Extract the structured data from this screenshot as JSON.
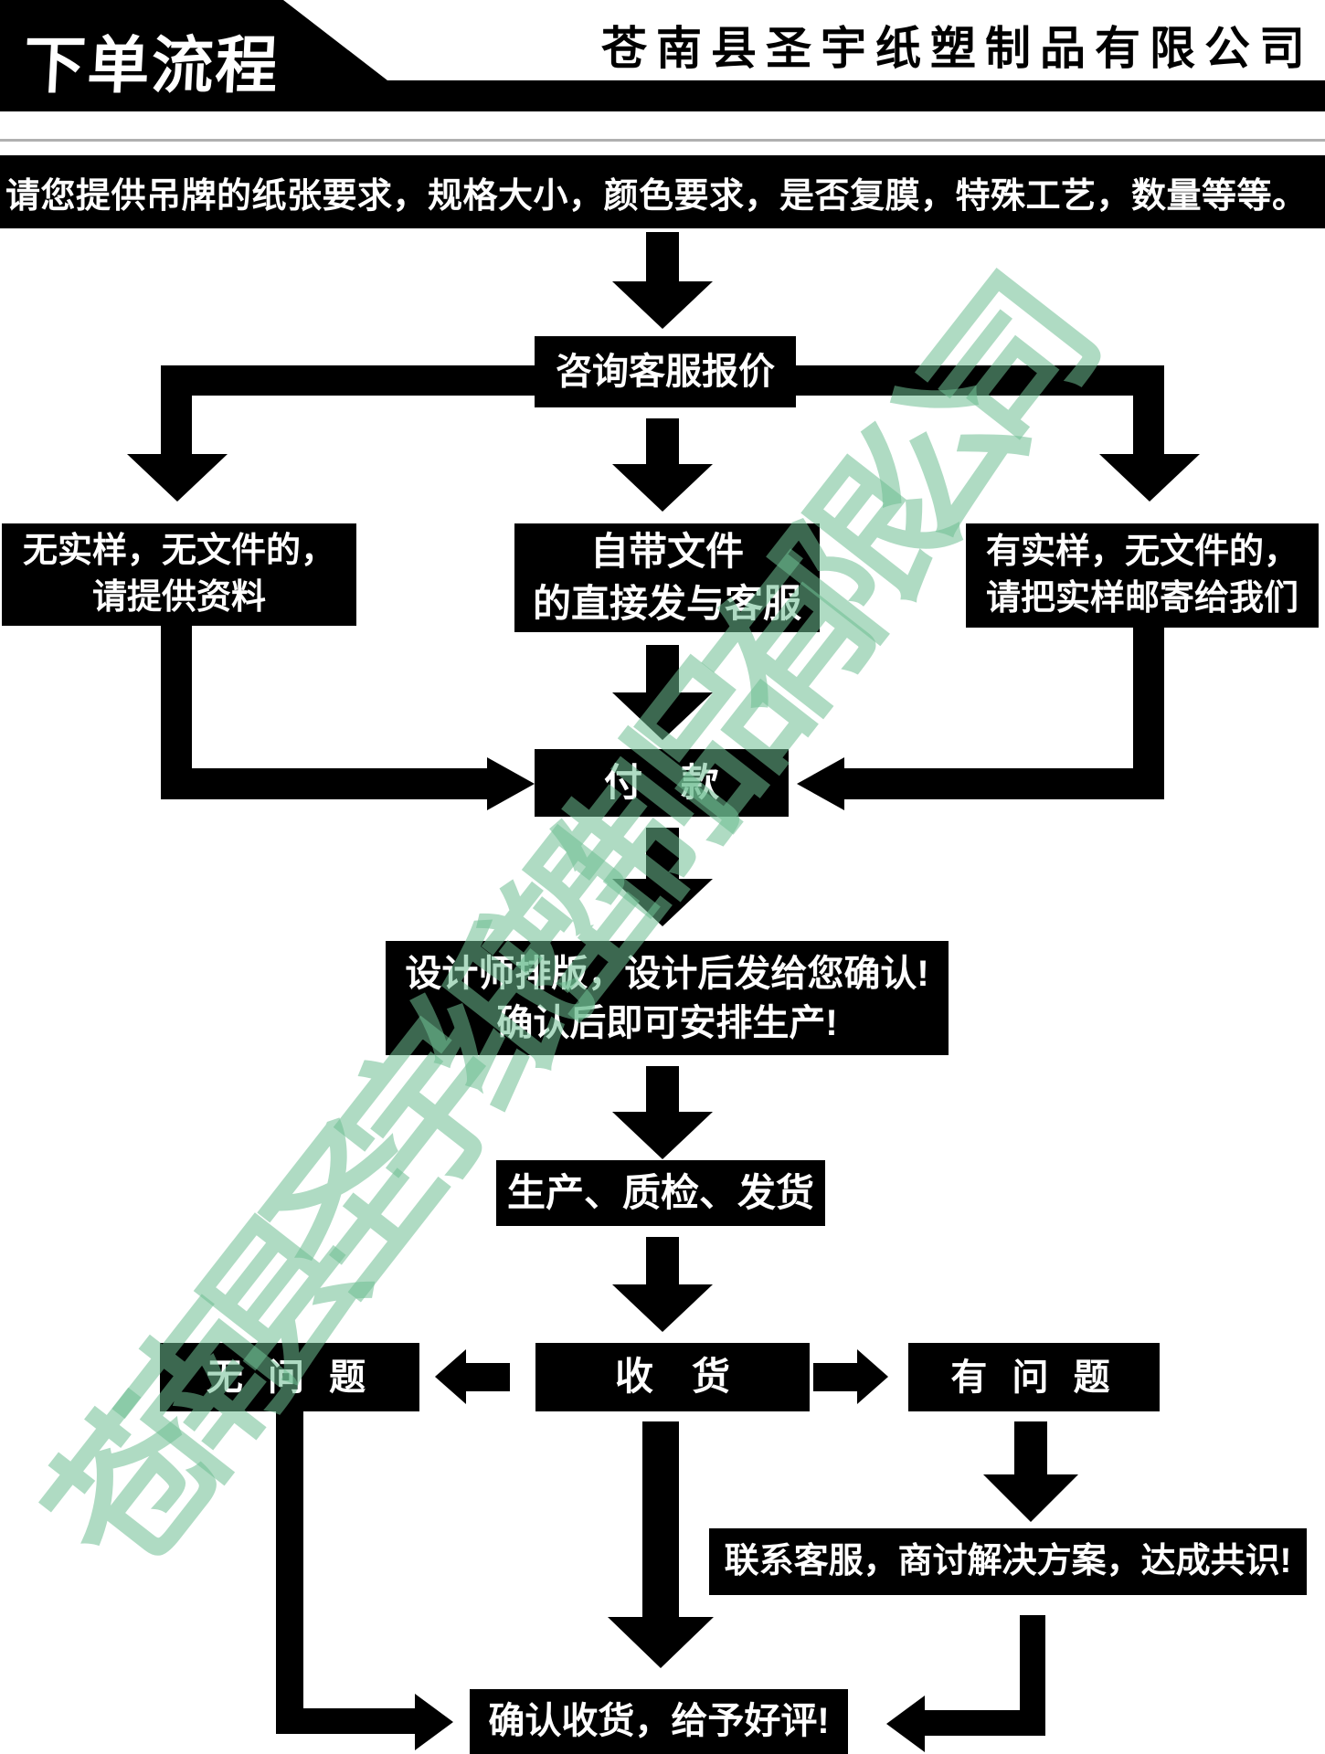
{
  "header": {
    "title": "下单流程",
    "company": "苍南县圣宇纸塑制品有限公司"
  },
  "notice": {
    "text": "请您提供吊牌的纸张要求，规格大小，颜色要求，是否复膜，特殊工艺，数量等等。"
  },
  "flow": {
    "consult": {
      "label": "咨询客服报价"
    },
    "no_sample": {
      "line1": "无实样，无文件的，",
      "line2": "请提供资料"
    },
    "own_file": {
      "line1": "自带文件",
      "line2": "的直接发与客服"
    },
    "has_sample": {
      "line1": "有实样，无文件的，",
      "line2": "请把实样邮寄给我们"
    },
    "payment": {
      "label": "付　款"
    },
    "design": {
      "line1": "设计师排版，设计后发给您确认!",
      "line2": "确认后即可安排生产!"
    },
    "production": {
      "label": "生产、质检、发货"
    },
    "receive": {
      "label": "收　货"
    },
    "no_problem": {
      "label": "无 问 题"
    },
    "has_problem": {
      "label": "有 问 题"
    },
    "contact": {
      "label": "联系客服，商讨解决方案，达成共识!"
    },
    "confirm": {
      "label": "确认收货，给予好评!"
    }
  },
  "watermark": {
    "text": "苍南县圣宇纸塑制品有限公司",
    "color": "#6EBE91",
    "opacity": 0.55
  },
  "colors": {
    "box_bg": "#000000",
    "box_text": "#FFFFFF",
    "banner_bg": "#000000",
    "divider": "#B0B0B0",
    "watermark_green": "#6EBE91"
  }
}
